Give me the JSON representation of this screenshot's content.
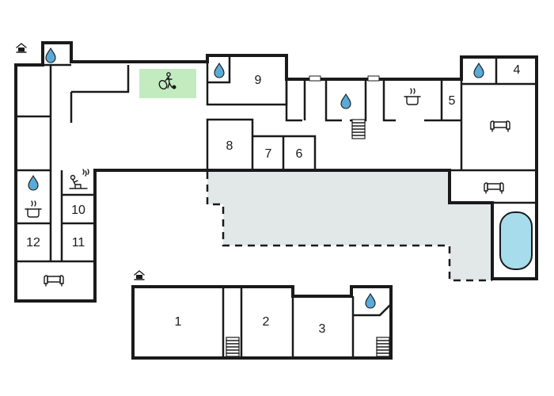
{
  "colors": {
    "wall": "#1a1a1a",
    "terrace": "#e2e8e8",
    "playroom": "#c2ecc0",
    "water": "#5aaad8",
    "pool": "#a6dcec"
  },
  "rooms": {
    "r1": "1",
    "r2": "2",
    "r3": "3",
    "r4": "4",
    "r5": "5",
    "r6": "6",
    "r7": "7",
    "r8": "8",
    "r9": "9",
    "r10": "10",
    "r11": "11",
    "r12": "12"
  },
  "icons": {
    "entrance": "house-icon",
    "bathroom": "water-drop-icon",
    "kitchen": "cooking-pot-icon",
    "living": "sofa-icon",
    "sauna": "sauna-icon",
    "games": "table-tennis-icon",
    "stairs": "stairs-icon",
    "pool": "swimming-pool-icon"
  }
}
